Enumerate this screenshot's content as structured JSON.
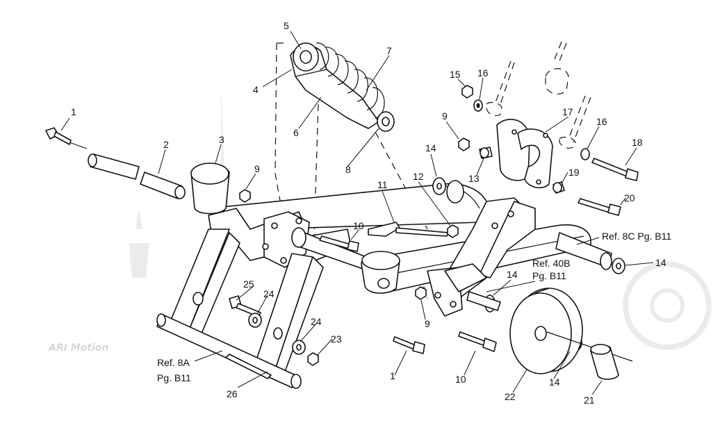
{
  "watermark": {
    "text": "ARI Motion"
  },
  "callouts": [
    {
      "id": "c-5",
      "text": "5"
    },
    {
      "id": "c-7",
      "text": "7"
    },
    {
      "id": "c-4",
      "text": "4"
    },
    {
      "id": "c-6",
      "text": "6"
    },
    {
      "id": "c-8",
      "text": "8"
    },
    {
      "id": "c-1a",
      "text": "1"
    },
    {
      "id": "c-2",
      "text": "2"
    },
    {
      "id": "c-3",
      "text": "3"
    },
    {
      "id": "c-9a",
      "text": "9"
    },
    {
      "id": "c-11",
      "text": "11"
    },
    {
      "id": "c-12",
      "text": "12"
    },
    {
      "id": "c-10a",
      "text": "10"
    },
    {
      "id": "c-15",
      "text": "15"
    },
    {
      "id": "c-16a",
      "text": "16"
    },
    {
      "id": "c-9b",
      "text": "9"
    },
    {
      "id": "c-14a",
      "text": "14"
    },
    {
      "id": "c-13",
      "text": "13"
    },
    {
      "id": "c-17",
      "text": "17"
    },
    {
      "id": "c-16b",
      "text": "16"
    },
    {
      "id": "c-18",
      "text": "18"
    },
    {
      "id": "c-19",
      "text": "19"
    },
    {
      "id": "c-20",
      "text": "20"
    },
    {
      "id": "c-14b",
      "text": "14"
    },
    {
      "id": "c-14c",
      "text": "14"
    },
    {
      "id": "c-25",
      "text": "25"
    },
    {
      "id": "c-24a",
      "text": "24"
    },
    {
      "id": "c-24b",
      "text": "24"
    },
    {
      "id": "c-23",
      "text": "23"
    },
    {
      "id": "c-9c",
      "text": "9"
    },
    {
      "id": "c-1b",
      "text": "1"
    },
    {
      "id": "c-10b",
      "text": "10"
    },
    {
      "id": "c-22",
      "text": "22"
    },
    {
      "id": "c-14d",
      "text": "14"
    },
    {
      "id": "c-21",
      "text": "21"
    },
    {
      "id": "c-26",
      "text": "26"
    }
  ],
  "references": {
    "ref_8c": "Ref. 8C Pg. B11",
    "ref_40b_line1": "Ref. 40B",
    "ref_40b_line2": "Pg. B11",
    "ref_8a_line1": "Ref. 8A",
    "ref_8a_line2": "Pg. B11"
  }
}
